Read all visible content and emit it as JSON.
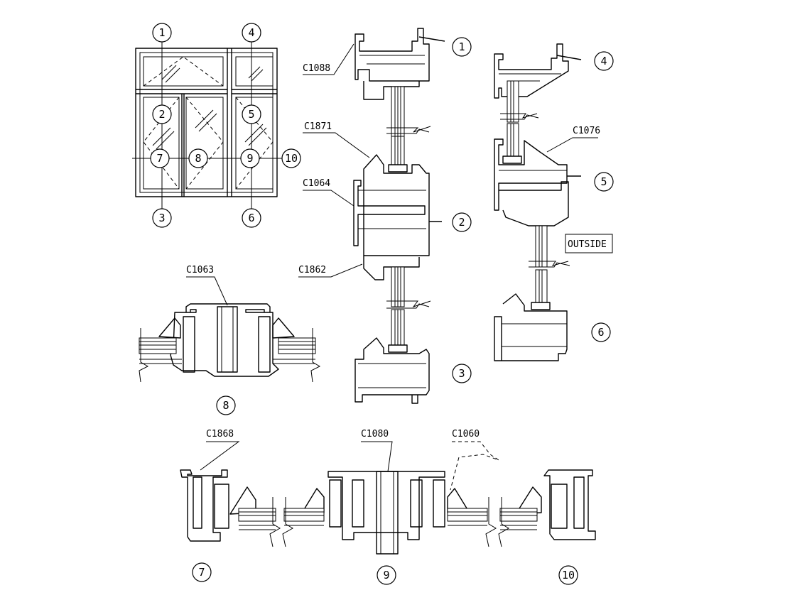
{
  "profile_labels": {
    "c1088": "C1088",
    "c1871": "C1871",
    "c1064": "C1064",
    "c1862": "C1862",
    "c1076": "C1076",
    "c1063": "C1063",
    "c1868": "C1868",
    "c1080": "C1080",
    "c1060": "C1060"
  },
  "side_note": "OUTSIDE",
  "bubbles": {
    "elev_1": "1",
    "elev_2": "2",
    "elev_3": "3",
    "elev_4": "4",
    "elev_5": "5",
    "elev_6": "6",
    "elev_7": "7",
    "elev_8": "8",
    "elev_9": "9",
    "elev_10": "10",
    "sec_1": "1",
    "sec_2": "2",
    "sec_3": "3",
    "sec_4": "4",
    "sec_5": "5",
    "sec_6": "6",
    "sec_7": "7",
    "sec_8": "8",
    "sec_9": "9",
    "sec_10": "10"
  }
}
